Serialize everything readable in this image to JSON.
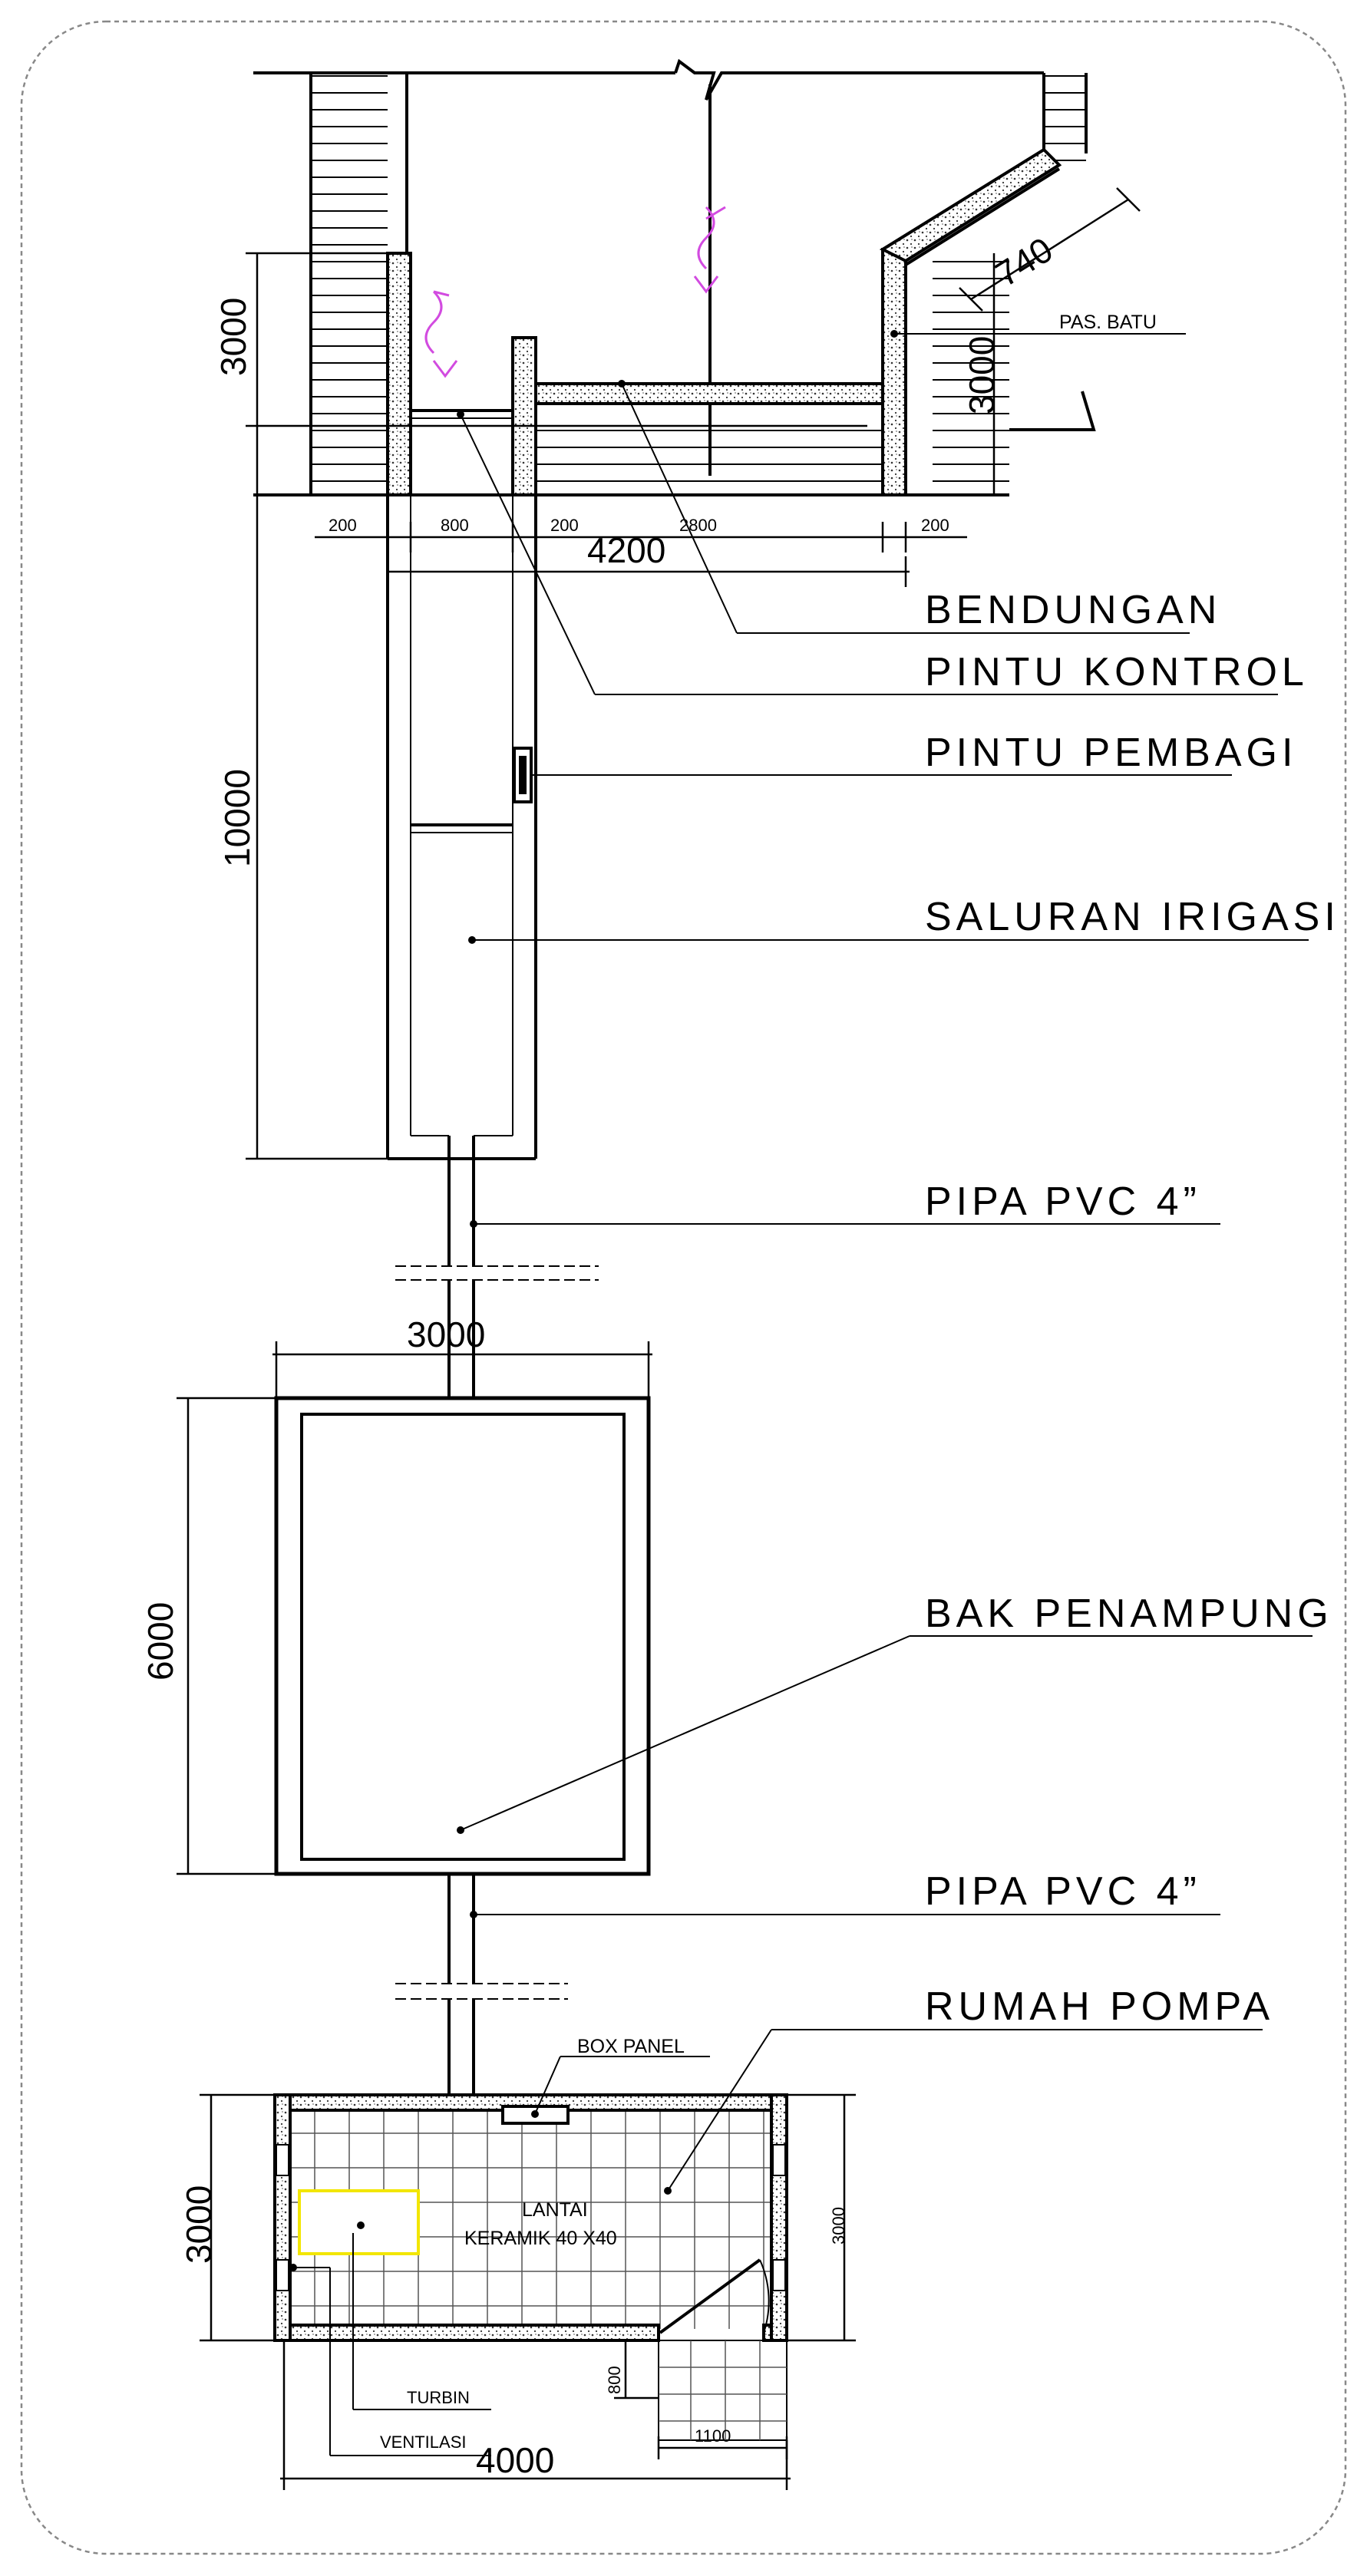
{
  "dimensions": {
    "d3000_top_left": "3000",
    "d3000_top_right": "3000",
    "d740": "740",
    "d200_a": "200",
    "d800": "800",
    "d200_b": "200",
    "d2800": "2800",
    "d200_c": "200",
    "d4200": "4200",
    "d10000": "10000",
    "d3000_bak": "3000",
    "d6000": "6000",
    "d3000_rumah": "3000",
    "d3000_rumah_right": "3000",
    "d800_pintu": "800",
    "d1100": "1100",
    "d4000": "4000"
  },
  "labels": {
    "pas_batu": "PAS. BATU",
    "bendungan": "BENDUNGAN",
    "pintu_kontrol": "PINTU KONTROL",
    "pintu_pembagi": "PINTU PEMBAGI",
    "saluran_irigasi": "SALURAN IRIGASI",
    "pipa_pvc_1": "PIPA PVC 4”",
    "bak_penampung": "BAK PENAMPUNG",
    "pipa_pvc_2": "PIPA PVC 4”",
    "rumah_pompa": "RUMAH POMPA",
    "box_panel": "BOX PANEL",
    "lantai_1": "LANTAI",
    "lantai_2": "KERAMIK 40 X40",
    "turbin": "TURBIN",
    "ventilasi": "VENTILASI"
  },
  "colors": {
    "line": "#000000",
    "flow_arrow": "#d24be0",
    "turbine_highlight": "#f2e600"
  }
}
